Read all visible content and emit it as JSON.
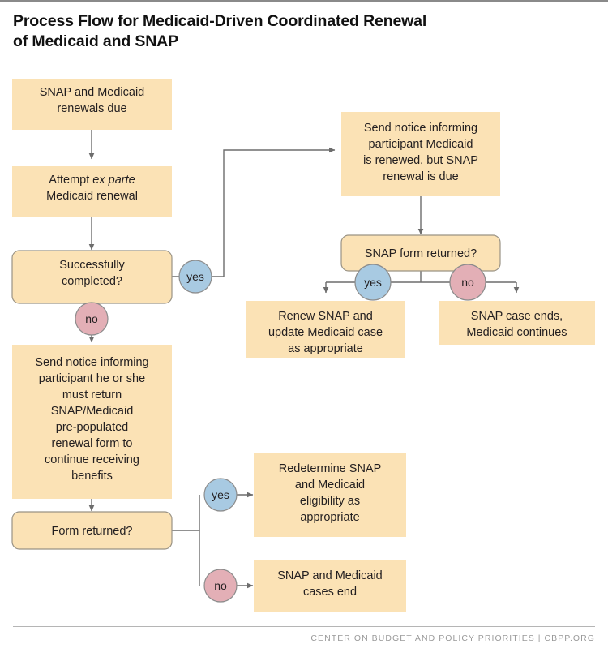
{
  "title": "Process Flow for Medicaid-Driven Coordinated Renewal of Medicaid and SNAP",
  "title_line1": "Process Flow for Medicaid-Driven Coordinated Renewal",
  "title_line2": "of Medicaid and SNAP",
  "footer": "CENTER ON BUDGET AND POLICY PRIORITIES | CBPP.ORG",
  "colors": {
    "box_fill": "#fbe2b5",
    "box_stroke": "#9a9385",
    "yes_fill": "#a8cae2",
    "no_fill": "#e3afb6",
    "circle_stroke": "#8c8c8c",
    "connector": "#6d6d6d",
    "text": "#231f20",
    "footer_text": "#9a9a9a",
    "rule": "#8a8a8a"
  },
  "chart_data": {
    "type": "diagram",
    "title": "Process Flow for Medicaid-Driven Coordinated Renewal of Medicaid and SNAP",
    "nodes": [
      {
        "id": "n1",
        "shape": "rect",
        "lines": [
          "SNAP and Medicaid",
          "renewals due"
        ]
      },
      {
        "id": "n2",
        "shape": "rect",
        "lines": [
          "Attempt ex parte",
          "Medicaid renewal"
        ],
        "italic_span": "ex parte"
      },
      {
        "id": "n3",
        "shape": "decision",
        "lines": [
          "Successfully",
          "completed?"
        ]
      },
      {
        "id": "n4",
        "shape": "rect",
        "lines": [
          "Send notice informing",
          "participant he or she",
          "must return",
          "SNAP/Medicaid",
          "pre-populated",
          "renewal form to",
          "continue receiving",
          "benefits"
        ]
      },
      {
        "id": "n5",
        "shape": "decision",
        "lines": [
          "Form returned?"
        ]
      },
      {
        "id": "n6",
        "shape": "rect",
        "lines": [
          "Send notice informing",
          "participant Medicaid",
          "is renewed, but SNAP",
          "renewal is due"
        ]
      },
      {
        "id": "n7",
        "shape": "decision",
        "lines": [
          "SNAP form returned?"
        ]
      },
      {
        "id": "n8",
        "shape": "rect",
        "lines": [
          "Renew SNAP and",
          "update Medicaid case",
          "as appropriate"
        ]
      },
      {
        "id": "n9",
        "shape": "rect",
        "lines": [
          "SNAP case ends,",
          "Medicaid continues"
        ]
      },
      {
        "id": "n10",
        "shape": "rect",
        "lines": [
          "Redetermine SNAP",
          "and Medicaid",
          "eligibility as",
          "appropriate"
        ]
      },
      {
        "id": "n11",
        "shape": "rect",
        "lines": [
          "SNAP and Medicaid",
          "cases end"
        ]
      }
    ],
    "edges": [
      {
        "from": "n1",
        "to": "n2",
        "label": ""
      },
      {
        "from": "n2",
        "to": "n3",
        "label": ""
      },
      {
        "from": "n3",
        "to": "n6",
        "label": "yes"
      },
      {
        "from": "n3",
        "to": "n4",
        "label": "no"
      },
      {
        "from": "n4",
        "to": "n5",
        "label": ""
      },
      {
        "from": "n5",
        "to": "n10",
        "label": "yes"
      },
      {
        "from": "n5",
        "to": "n11",
        "label": "no"
      },
      {
        "from": "n6",
        "to": "n7",
        "label": ""
      },
      {
        "from": "n7",
        "to": "n8",
        "label": "yes"
      },
      {
        "from": "n7",
        "to": "n9",
        "label": "no"
      }
    ],
    "labels": {
      "yes": "yes",
      "no": "no"
    }
  },
  "nodes": {
    "n1": {
      "l1": "SNAP and Medicaid",
      "l2": "renewals due"
    },
    "n2": {
      "l1a": "Attempt ",
      "l1b": "ex parte",
      "l2": "Medicaid renewal"
    },
    "n3": {
      "l1": "Successfully",
      "l2": "completed?"
    },
    "n4": {
      "l1": "Send notice informing",
      "l2": "participant he or she",
      "l3": "must return",
      "l4": "SNAP/Medicaid",
      "l5": "pre-populated",
      "l6": "renewal form to",
      "l7": "continue receiving",
      "l8": "benefits"
    },
    "n5": {
      "l1": "Form returned?"
    },
    "n6": {
      "l1": "Send notice informing",
      "l2": "participant Medicaid",
      "l3": "is renewed, but SNAP",
      "l4": "renewal is due"
    },
    "n7": {
      "l1": "SNAP form returned?"
    },
    "n8": {
      "l1": "Renew SNAP and",
      "l2": "update Medicaid case",
      "l3": "as appropriate"
    },
    "n9": {
      "l1": "SNAP case ends,",
      "l2": "Medicaid continues"
    },
    "n10": {
      "l1": "Redetermine SNAP",
      "l2": "and Medicaid",
      "l3": "eligibility as",
      "l4": "appropriate"
    },
    "n11": {
      "l1": "SNAP and Medicaid",
      "l2": "cases end"
    }
  },
  "decision_labels": {
    "d3_yes": "yes",
    "d3_no": "no",
    "d7_yes": "yes",
    "d7_no": "no",
    "d5_yes": "yes",
    "d5_no": "no"
  }
}
